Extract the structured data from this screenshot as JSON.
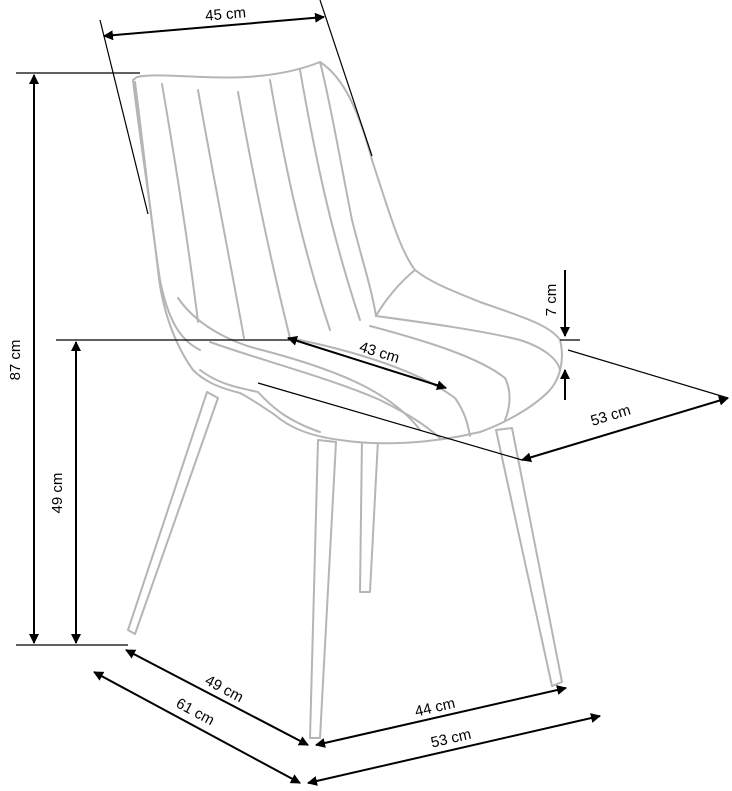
{
  "dimensions": {
    "width_top": "45 cm",
    "height_total": "87 cm",
    "seat_height": "49 cm",
    "seat_depth": "43 cm",
    "seat_thickness": "7 cm",
    "seat_width": "53 cm",
    "leg_depth": "49 cm",
    "overall_depth": "61 cm",
    "leg_width": "44 cm",
    "overall_width": "53 cm"
  }
}
